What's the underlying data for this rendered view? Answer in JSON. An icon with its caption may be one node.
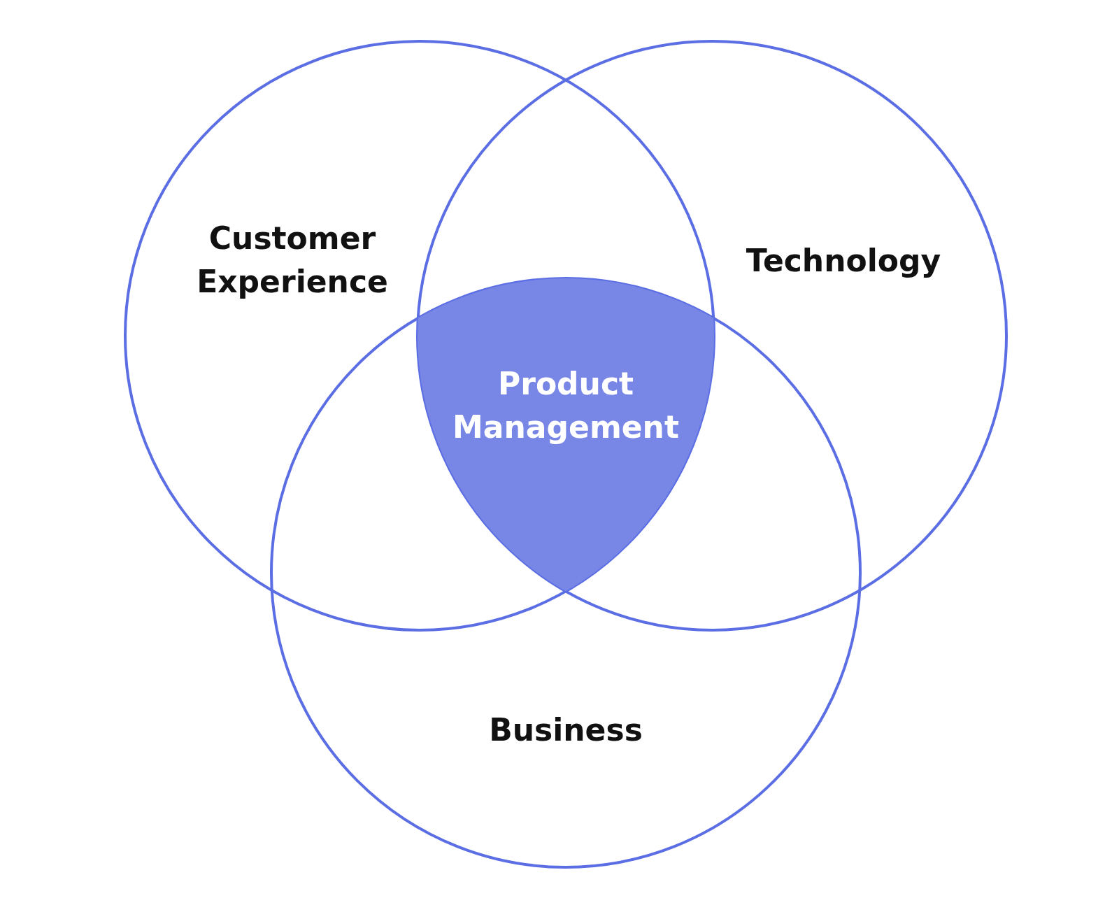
{
  "diagram": {
    "nodes": [
      {
        "text": [
          "Customer Experience"
        ]
      },
      {
        "text": [
          "Technology"
        ]
      },
      {
        "text": [
          "Business"
        ]
      },
      {
        "text": [
          "Product Management"
        ]
      }
    ]
  }
}
